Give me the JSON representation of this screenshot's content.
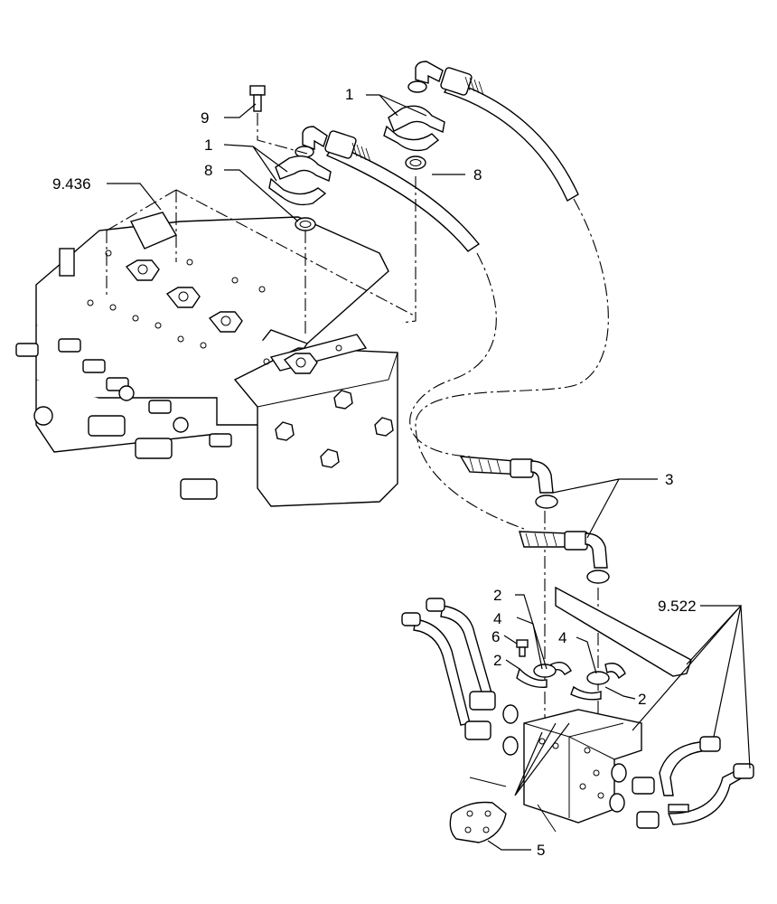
{
  "callouts": {
    "c1a": "1",
    "c1b": "1",
    "c2a": "2",
    "c2b": "2",
    "c2c": "2",
    "c3": "3",
    "c4a": "4",
    "c4b": "4",
    "c5": "5",
    "c6": "6",
    "c8a": "8",
    "c8b": "8",
    "c9": "9",
    "c9436": "9.436",
    "c9522": "9.522"
  }
}
